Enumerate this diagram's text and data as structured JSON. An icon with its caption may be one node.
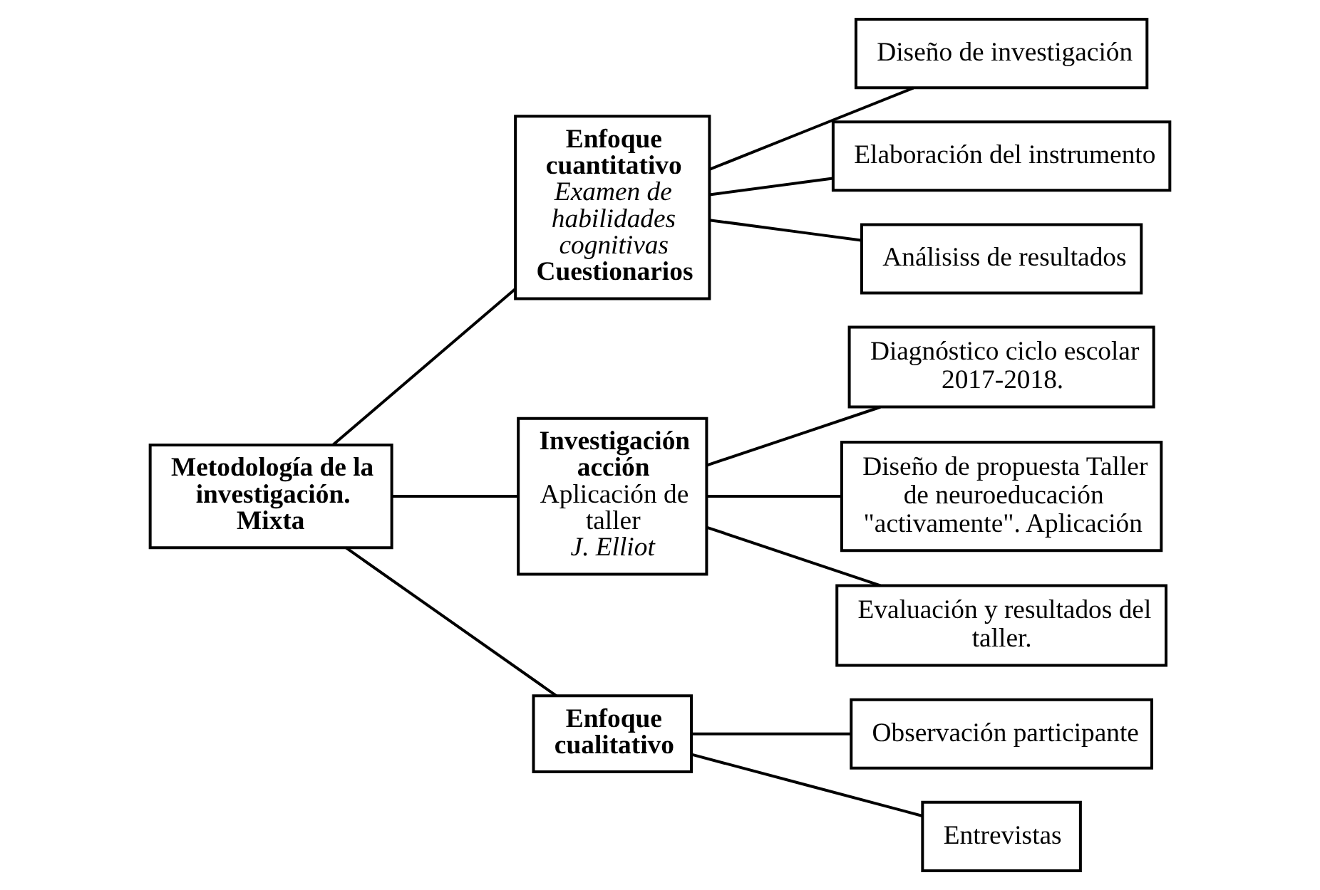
{
  "diagram": {
    "nodes": [
      {
        "text": [
          "Metodología de la investigación. Mixta"
        ]
      },
      {
        "text": [
          "Enfoque cuantitativo",
          "Examen de habilidades cognitivas",
          "Cuestionarios"
        ]
      },
      {
        "text": [
          "Diseño de investigación"
        ]
      },
      {
        "text": [
          "Elaboración del instrumento"
        ]
      },
      {
        "text": [
          "Análisiss de resultados"
        ]
      },
      {
        "text": [
          "Investigación acción",
          "Aplicación de taller",
          "J. Elliot"
        ]
      },
      {
        "text": [
          "Diagnóstico ciclo escolar 2017-2018."
        ]
      },
      {
        "text": [
          "Diseño de propuesta Taller de neuroeducación \"activamente\". Aplicación"
        ]
      },
      {
        "text": [
          "Evaluación y resultados del taller."
        ]
      },
      {
        "text": [
          "Enfoque cualitativo"
        ]
      },
      {
        "text": [
          "Observación participante"
        ]
      },
      {
        "text": [
          "Entrevistas"
        ]
      }
    ],
    "edges": [
      {
        "from": 0,
        "to": 1,
        "arrow": "none"
      },
      {
        "from": 0,
        "to": 5,
        "arrow": "none"
      },
      {
        "from": 0,
        "to": 9,
        "arrow": "none"
      },
      {
        "from": 1,
        "to": 2,
        "arrow": "none"
      },
      {
        "from": 1,
        "to": 3,
        "arrow": "none"
      },
      {
        "from": 1,
        "to": 4,
        "arrow": "none"
      },
      {
        "from": 5,
        "to": 6,
        "arrow": "none"
      },
      {
        "from": 5,
        "to": 7,
        "arrow": "none"
      },
      {
        "from": 5,
        "to": 8,
        "arrow": "none"
      },
      {
        "from": 9,
        "to": 10,
        "arrow": "none"
      },
      {
        "from": 9,
        "to": 11,
        "arrow": "none"
      }
    ]
  }
}
